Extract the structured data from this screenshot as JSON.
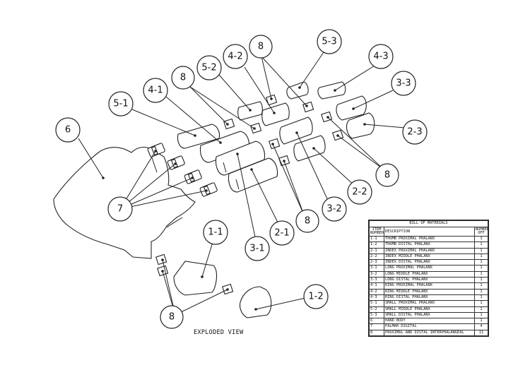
{
  "view_label": "EXPLODED VIEW",
  "balloons": [
    "6",
    "5-1",
    "4-1",
    "8",
    "5-2",
    "4-2",
    "8",
    "5-3",
    "4-3",
    "3-3",
    "2-3",
    "8",
    "2-2",
    "3-2",
    "8",
    "2-1",
    "3-1",
    "7",
    "1-1",
    "1-2",
    "8"
  ],
  "bom": {
    "title": "BILL OF MATERIALS",
    "headers": {
      "item": "ITEM NUMBER",
      "description": "DESCRIPTION",
      "qty": "NUMBER OFF"
    },
    "rows": [
      {
        "item": "1-1",
        "description": "THUMB PROXIMAL PHALANX",
        "qty": "1"
      },
      {
        "item": "1-2",
        "description": "THUMB DISTAL PHALANX",
        "qty": "1"
      },
      {
        "item": "2-1",
        "description": "INDEX PROXIMAL PHALANX",
        "qty": "1"
      },
      {
        "item": "2-2",
        "description": "INDEX MIDDLE PHALANX",
        "qty": "1"
      },
      {
        "item": "2-3",
        "description": "INDEX DISTAL PHALANX",
        "qty": "1"
      },
      {
        "item": "3-1",
        "description": "LONG PROXIMAL PHALANX",
        "qty": "1"
      },
      {
        "item": "3-2",
        "description": "LONG MIDDLE PHALANX",
        "qty": "1"
      },
      {
        "item": "3-3",
        "description": "LONG DISTAL PHALANX",
        "qty": "1"
      },
      {
        "item": "4-1",
        "description": "RING PROXIMAL PHALANX",
        "qty": "1"
      },
      {
        "item": "4-2",
        "description": "RING MIDDLE PHALANX",
        "qty": "1"
      },
      {
        "item": "4-3",
        "description": "RING DISTAL PHALANX",
        "qty": "1"
      },
      {
        "item": "5-1",
        "description": "SMALL PROXIMAL PHALANX",
        "qty": "1"
      },
      {
        "item": "5-2",
        "description": "SMALL MIDDLE PHALANX",
        "qty": "1"
      },
      {
        "item": "5-3",
        "description": "SMALL DISTAL PHALANX",
        "qty": "1"
      },
      {
        "item": "6",
        "description": "HAND BODY",
        "qty": "1"
      },
      {
        "item": "7",
        "description": "PALMAR DIGITAL",
        "qty": "4"
      },
      {
        "item": "8",
        "description": "PROXIMAL AND DISTAL INTERPHALANGEAL",
        "qty": "11"
      }
    ]
  }
}
